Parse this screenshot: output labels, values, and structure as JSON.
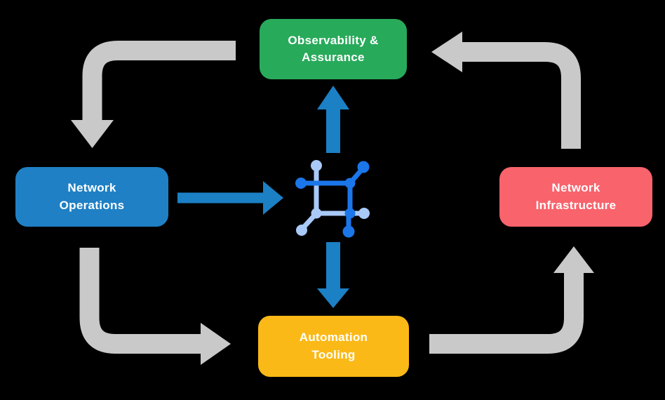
{
  "diagram": {
    "title": "",
    "type": "cycle-flow-diagram"
  },
  "nodes": {
    "observability": {
      "line1": "Observability &",
      "line2": "Assurance"
    },
    "operations": {
      "line1": "Network",
      "line2": "Operations"
    },
    "infrastructure": {
      "line1": "Network",
      "line2": "Infrastructure"
    },
    "automation": {
      "line1": "Automation",
      "line2": "Tooling"
    }
  },
  "center_icon": "network-chip-icon",
  "flows": [
    {
      "from": "observability-assurance",
      "to": "network-operations",
      "style": "gray"
    },
    {
      "from": "network-operations",
      "to": "automation-tooling",
      "style": "gray"
    },
    {
      "from": "automation-tooling",
      "to": "network-infrastructure",
      "style": "gray"
    },
    {
      "from": "network-infrastructure",
      "to": "observability-assurance",
      "style": "gray"
    },
    {
      "from": "network-operations",
      "to": "network-chip-icon",
      "style": "blue"
    },
    {
      "from": "network-chip-icon",
      "to": "observability-assurance",
      "style": "blue"
    },
    {
      "from": "network-chip-icon",
      "to": "automation-tooling",
      "style": "blue"
    }
  ],
  "colors": {
    "background": "#000000",
    "text": "#FFFFFF",
    "node_green": "#28AA5B",
    "node_blue": "#1F80C5",
    "node_red": "#F8636C",
    "node_yellow": "#FBB917",
    "arrow_gray": "#C9C9C9",
    "arrow_blue": "#1C80C5",
    "icon_dark_blue": "#1B76EA",
    "icon_light_blue": "#A9C9F8"
  }
}
